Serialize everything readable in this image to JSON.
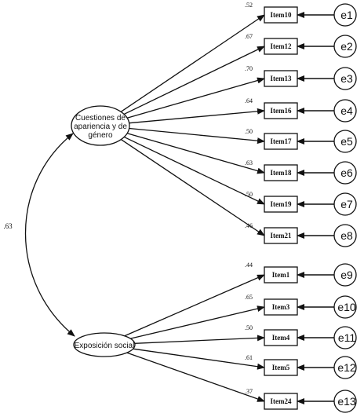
{
  "latents": [
    {
      "id": "f1",
      "lines": [
        "Cuestiones de",
        "apariencia y de",
        "género"
      ]
    },
    {
      "id": "f2",
      "lines": [
        "Exposición social"
      ]
    }
  ],
  "correlation": ".63",
  "factor1": {
    "items": [
      {
        "name": "Item10",
        "loading": ".52",
        "error": "e1"
      },
      {
        "name": "Item12",
        "loading": ".67",
        "error": "e2"
      },
      {
        "name": "Item13",
        "loading": ".70",
        "error": "e3"
      },
      {
        "name": "Item16",
        "loading": ".64",
        "error": "e4"
      },
      {
        "name": "Item17",
        "loading": ".50",
        "error": "e5"
      },
      {
        "name": "Item18",
        "loading": ".63",
        "error": "e6"
      },
      {
        "name": "Item19",
        "loading": ".50",
        "error": "e7"
      },
      {
        "name": "Item21",
        "loading": ".46",
        "error": "e8"
      }
    ]
  },
  "factor2": {
    "items": [
      {
        "name": "Item1",
        "loading": ".44",
        "error": "e9"
      },
      {
        "name": "Item3",
        "loading": ".65",
        "error": "e10"
      },
      {
        "name": "Item4",
        "loading": ".50",
        "error": "e11"
      },
      {
        "name": "Item5",
        "loading": ".61",
        "error": "e12"
      },
      {
        "name": "Item24",
        "loading": ".37",
        "error": "e13"
      }
    ]
  },
  "colors": {
    "stroke": "#111111",
    "background": "#ffffff"
  }
}
